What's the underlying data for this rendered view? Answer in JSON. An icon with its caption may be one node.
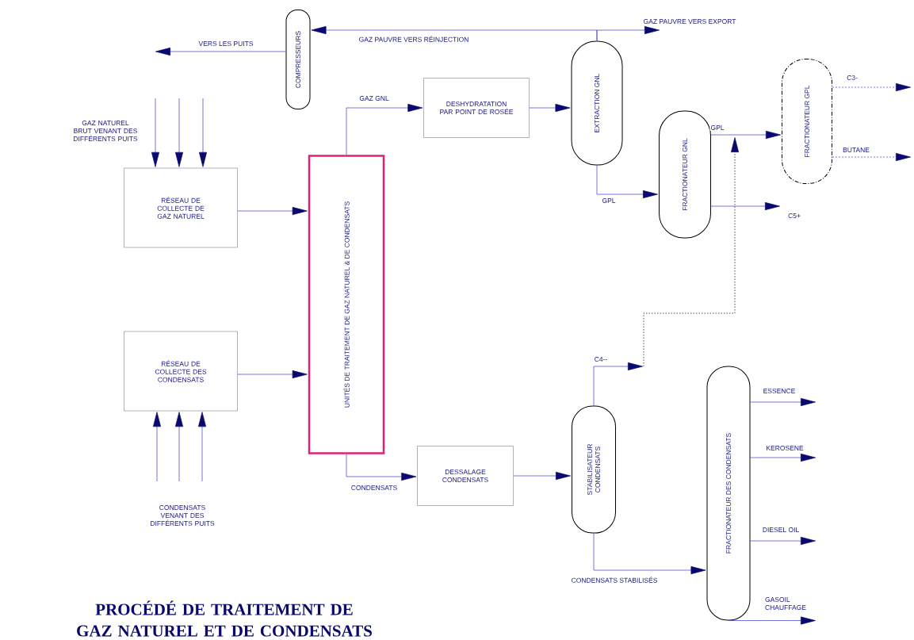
{
  "diagram": {
    "title": "PROCÉDÉ DE TRAITEMENT DE GAZ NATUREL ET DE CONDENSATS",
    "nodes": [
      {
        "text": [
          "COMPRESSEURS"
        ]
      },
      {
        "text": [
          "RÉSEAU DE COLLECTE DE GAZ NATUREL"
        ]
      },
      {
        "text": [
          "RÉSEAU DE COLLECTE DES CONDENSATS"
        ]
      },
      {
        "text": [
          "UNITÉS DE TRAITEMENT DE GAZ NATUREL & DE CONDENSATS"
        ]
      },
      {
        "text": [
          "DESHYDRATATION PAR POINT DE ROSÉE"
        ]
      },
      {
        "text": [
          "EXTRACTION GNL"
        ]
      },
      {
        "text": [
          "FRACTIONATEUR GNL"
        ]
      },
      {
        "text": [
          "FRACTIONATEUR GPL"
        ]
      },
      {
        "text": [
          "DESSALAGE CONDENSATS"
        ]
      },
      {
        "text": [
          "STABILISATEUR CONDENSATS"
        ]
      },
      {
        "text": [
          "FRACTIONATEUR DES CONDENSATS"
        ]
      }
    ],
    "edges": [
      {
        "from": null,
        "to": 1,
        "arrow": "to"
      },
      {
        "from": null,
        "to": 1,
        "arrow": "to"
      },
      {
        "from": null,
        "to": 1,
        "arrow": "to"
      },
      {
        "from": null,
        "to": 2,
        "arrow": "to"
      },
      {
        "from": null,
        "to": 2,
        "arrow": "to"
      },
      {
        "from": null,
        "to": 2,
        "arrow": "to"
      },
      {
        "from": 1,
        "to": 3,
        "arrow": "to"
      },
      {
        "from": 2,
        "to": 3,
        "arrow": "to"
      },
      {
        "from": 3,
        "to": 4,
        "arrow": "to",
        "label": "GAZ GNL"
      },
      {
        "from": 4,
        "to": 5,
        "arrow": "to"
      },
      {
        "from": 5,
        "to": 0,
        "arrow": "to",
        "label": "GAZ PAUVRE VERS RÉINJECTION"
      },
      {
        "from": 5,
        "to": null,
        "arrow": "to",
        "label": "GAZ PAUVRE VERS EXPORT"
      },
      {
        "from": 0,
        "to": null,
        "arrow": "to",
        "label": "VERS LES PUITS"
      },
      {
        "from": 5,
        "to": 6,
        "arrow": "to",
        "label": "GPL"
      },
      {
        "from": 6,
        "to": 7,
        "arrow": "to",
        "label": "GPL"
      },
      {
        "from": 6,
        "to": null,
        "arrow": "to",
        "label": "C5+"
      },
      {
        "from": 7,
        "to": null,
        "arrow": "to",
        "label": "C3-",
        "style": "dashed"
      },
      {
        "from": 7,
        "to": null,
        "arrow": "to",
        "label": "BUTANE",
        "style": "dashed"
      },
      {
        "from": 3,
        "to": 8,
        "arrow": "to",
        "label": "CONDENSATS"
      },
      {
        "from": 8,
        "to": 9,
        "arrow": "to"
      },
      {
        "from": 9,
        "to": null,
        "arrow": "to",
        "label": "C4--"
      },
      {
        "from": 9,
        "to": 10,
        "arrow": "to",
        "label": "CONDENSATS STABILISÉS"
      },
      {
        "from": 10,
        "to": null,
        "arrow": "to",
        "label": "ESSENCE"
      },
      {
        "from": 10,
        "to": null,
        "arrow": "to",
        "label": "KEROSENE"
      },
      {
        "from": 10,
        "to": null,
        "arrow": "to",
        "label": "DIESEL OIL"
      },
      {
        "from": 10,
        "to": null,
        "arrow": "to",
        "label": "GASOIL CHAUFFAGE"
      }
    ],
    "labels": [
      "GAZ NATUREL BRUT VENANT DES DIFFÉRENTS PUITS",
      "CONDENSATS VENANT DES DIFFÉRENTS PUITS"
    ]
  }
}
